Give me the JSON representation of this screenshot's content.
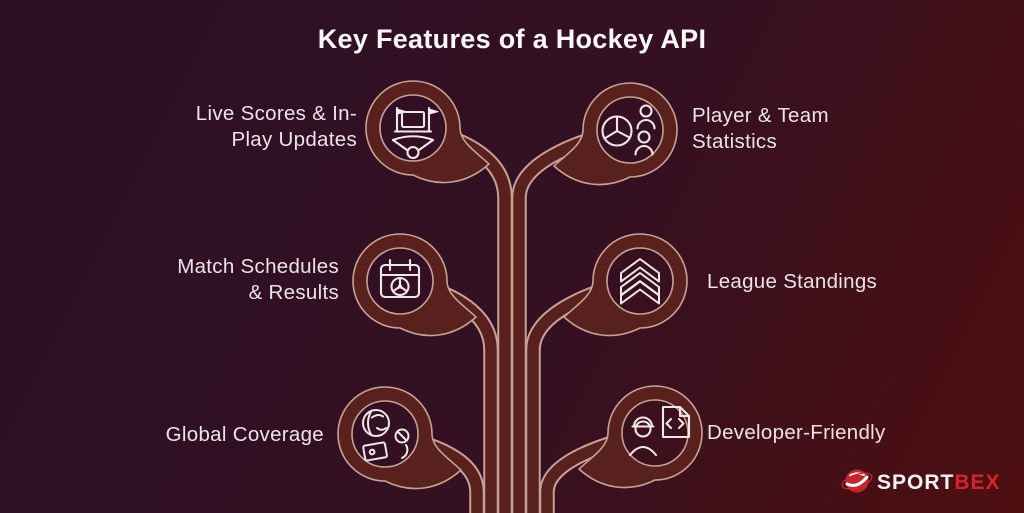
{
  "title": "Key Features of a Hockey API",
  "colors": {
    "background_start": "#2c1026",
    "background_end": "#4e0f10",
    "branch_fill": "#58211d",
    "branch_outline": "#c7a198",
    "icon_stroke": "#efe7ea",
    "label_text": "#ece3e8",
    "logo_red": "#d6252a",
    "logo_white": "#f5f2f3"
  },
  "features": [
    {
      "id": "live-scores",
      "label": "Live Scores & In-Play Updates",
      "line1": "Live Scores & In-",
      "line2": "Play Updates",
      "icon": "scoreboard-rink-icon",
      "side": "left"
    },
    {
      "id": "player-team-stats",
      "label": "Player & Team Statistics",
      "line1": "Player & Team",
      "line2": "Statistics",
      "icon": "pie-chart-users-icon",
      "side": "right"
    },
    {
      "id": "match-schedules",
      "label": "Match Schedules & Results",
      "line1": "Match Schedules",
      "line2": "& Results",
      "icon": "calendar-ball-icon",
      "side": "left"
    },
    {
      "id": "league-standings",
      "label": "League Standings",
      "line1": "League Standings",
      "line2": "",
      "icon": "triple-chevron-up-icon",
      "side": "right"
    },
    {
      "id": "global-coverage",
      "label": "Global Coverage",
      "line1": "Global Coverage",
      "line2": "",
      "icon": "globe-sports-icon",
      "side": "left"
    },
    {
      "id": "developer-friendly",
      "label": "Developer-Friendly",
      "line1": "Developer-Friendly",
      "line2": "",
      "icon": "worker-code-icon",
      "side": "right"
    }
  ],
  "logo": {
    "text_primary": "SPORT",
    "text_accent": "BEX",
    "icon": "sportbex-swirl-icon"
  }
}
